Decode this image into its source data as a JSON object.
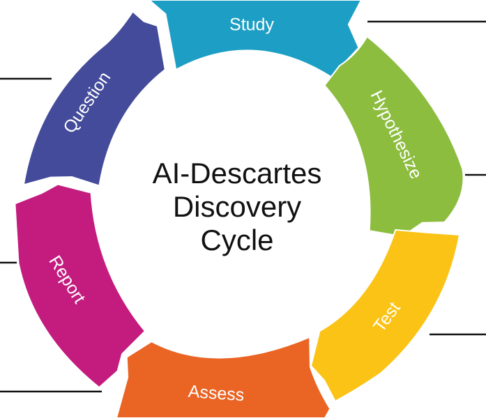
{
  "center_title": {
    "line1": "AI-Descartes",
    "line2": "Discovery",
    "line3": "Cycle"
  },
  "stages": [
    {
      "key": "study",
      "label": "Study",
      "color": "#1d9ec4"
    },
    {
      "key": "hypothesize",
      "label": "Hypothesize",
      "color": "#8cbd3f"
    },
    {
      "key": "test",
      "label": "Test",
      "color": "#fbc315"
    },
    {
      "key": "assess",
      "label": "Assess",
      "color": "#ea6424"
    },
    {
      "key": "report",
      "label": "Report",
      "color": "#c41b7f"
    },
    {
      "key": "question",
      "label": "Question",
      "color": "#434b9a"
    }
  ],
  "connector_color": "#111111"
}
